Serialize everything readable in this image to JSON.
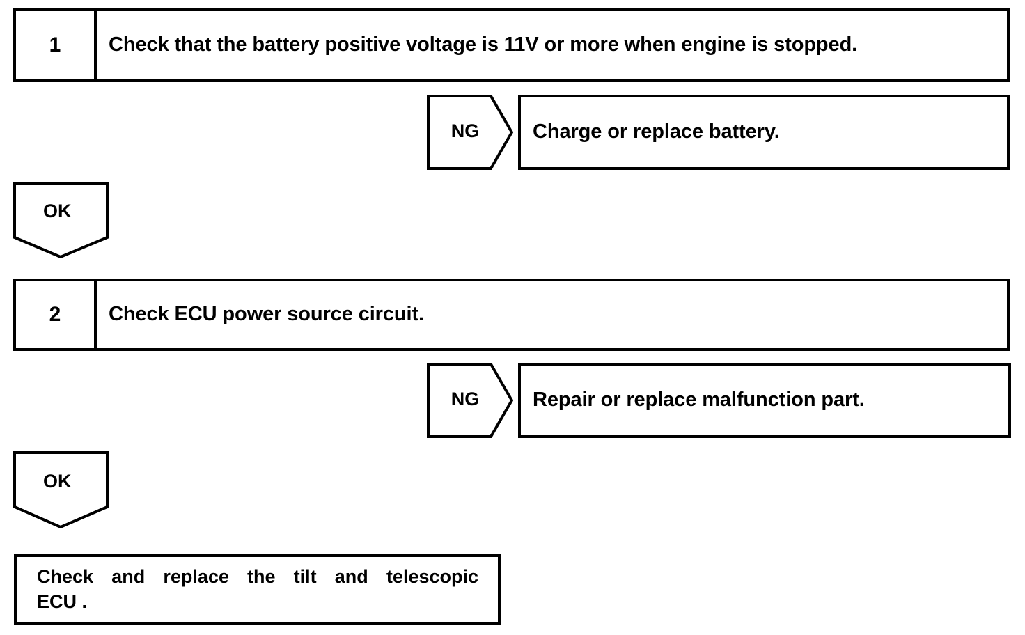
{
  "diagram": {
    "type": "troubleshooting-flowchart",
    "background_color": "#ffffff",
    "line_color": "#000000",
    "steps": [
      {
        "number": "1",
        "text": "Check that the battery positive voltage is 11V or more when engine is stopped.",
        "ng": {
          "label": "NG",
          "result": "Charge or replace battery."
        },
        "ok": {
          "label": "OK"
        }
      },
      {
        "number": "2",
        "text": "Check ECU power source circuit.",
        "ng": {
          "label": "NG",
          "result": "Repair or replace malfunction part."
        },
        "ok": {
          "label": "OK"
        }
      }
    ],
    "terminal": {
      "line1": "Check and replace the tilt and telescopic",
      "line2": "ECU ."
    }
  }
}
